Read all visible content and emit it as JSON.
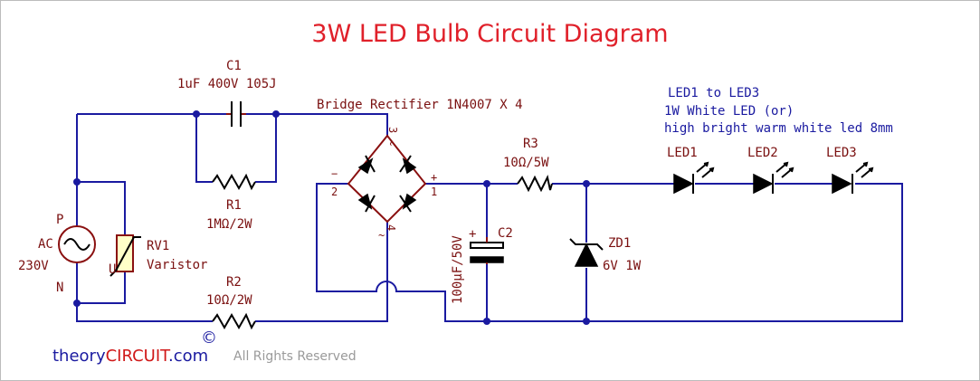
{
  "title": "3W LED Bulb Circuit Diagram",
  "components": {
    "c1": {
      "ref": "C1",
      "value": "1uF 400V 105J"
    },
    "r1": {
      "ref": "R1",
      "value": "1MΩ/2W"
    },
    "r2": {
      "ref": "R2",
      "value": "10Ω/2W"
    },
    "r3": {
      "ref": "R3",
      "value": "10Ω/5W"
    },
    "c2": {
      "ref": "C2",
      "value": "100µF/50V",
      "polarity": "+"
    },
    "zd1": {
      "ref": "ZD1",
      "value": "6V 1W"
    },
    "rv1": {
      "ref": "RV1",
      "value": "Varistor",
      "u_mark": "U"
    },
    "ac": {
      "phase": "P",
      "neutral": "N",
      "label": "AC",
      "voltage": "230V"
    },
    "bridge": {
      "label": "Bridge Rectifier 1N4007 X 4",
      "pin1": "1",
      "pin2": "2",
      "pin3": "3",
      "pin4": "4",
      "plus": "+",
      "minus": "−",
      "tilde": "~"
    },
    "leds": [
      {
        "ref": "LED1"
      },
      {
        "ref": "LED2"
      },
      {
        "ref": "LED3"
      }
    ]
  },
  "led_note": {
    "line1": "LED1 to LED3",
    "line2": "1W White LED (or)",
    "line3": "high bright warm white led 8mm"
  },
  "watermark": {
    "prefix": "theory",
    "brand": "CIRCUIT",
    "suffix": ".com",
    "copyright": "©",
    "rights": "All Rights Reserved",
    "colors": {
      "prefix": "#1a1aa0",
      "brand": "#d01818"
    }
  }
}
